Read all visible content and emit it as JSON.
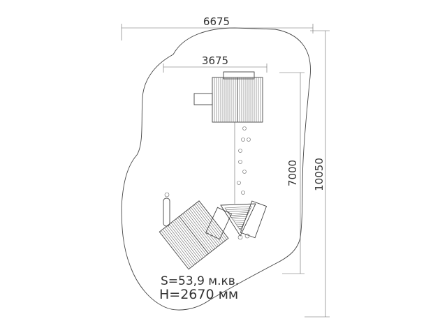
{
  "dimensions": {
    "overall_width": "6675",
    "structure_width": "3675",
    "structure_length": "7000",
    "overall_length": "10050"
  },
  "specs": {
    "area": "S=53,9 м.кв.",
    "height": "H=2670 мм"
  },
  "colors": {
    "stroke": "#444444",
    "text": "#333333"
  }
}
